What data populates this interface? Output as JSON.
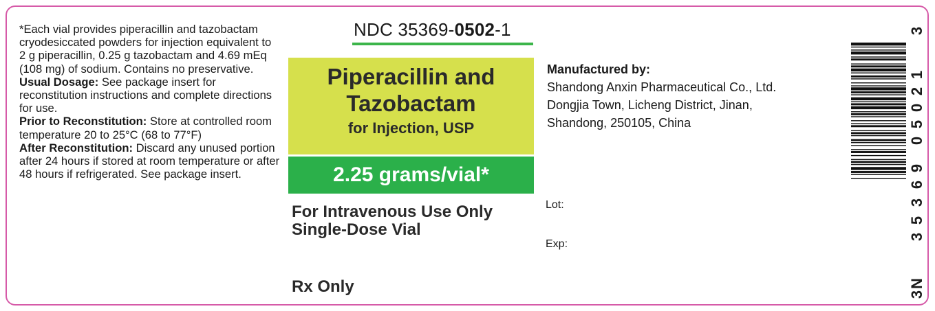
{
  "left_text": {
    "intro": "*Each vial provides piperacillin and tazobactam cryodesiccated powders for injection equivalent to 2 g piperacillin, 0.25 g tazobactam and 4.69 mEq (108 mg) of sodium. Contains no preservative.",
    "usual_dosage_label": "Usual Dosage:",
    "usual_dosage_text": "See package insert for reconstitution instructions and complete directions for use.",
    "prior_label": "Prior to Reconstitution:",
    "prior_text": "Store at controlled room temperature 20 to 25°C (68 to 77°F)",
    "after_label": "After Reconstitution:",
    "after_text": "Discard any unused portion after 24 hours if stored at room temperature or after 48 hours if refrigerated. See package insert."
  },
  "ndc": {
    "prefix": "NDC 35369-",
    "bold": "0502",
    "suffix": "-1"
  },
  "product": {
    "name_line1": "Piperacillin and",
    "name_line2": "Tazobactam",
    "form": "for Injection, USP",
    "strength": "2.25 grams/vial*",
    "route": "For Intravenous Use Only",
    "package": "Single-Dose Vial",
    "rx": "Rx Only"
  },
  "manufacturer": {
    "title": "Manufactured by:",
    "line1": "Shandong Anxin Pharmaceutical Co., Ltd.",
    "line2": "Dongjia Town, Licheng District, Jinan,",
    "line3": "Shandong, 250105, China"
  },
  "lot_label": "Lot:",
  "exp_label": "Exp:",
  "barcode": {
    "digits": [
      "3",
      "1",
      "2",
      "0",
      "5",
      "0",
      "9",
      "6",
      "3",
      "5",
      "3",
      "N",
      "3"
    ]
  },
  "colors": {
    "border": "#d65aa8",
    "name_box": "#d6e04c",
    "strength_box": "#2bb04a",
    "ndc_underline": "#3cb54a"
  }
}
